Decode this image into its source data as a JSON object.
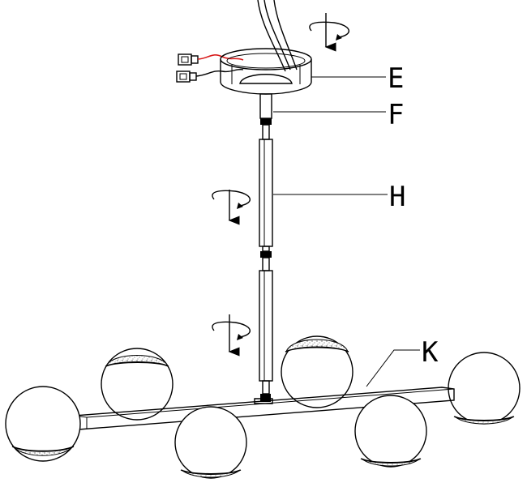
{
  "labels": {
    "canopy": "E",
    "fitting": "F",
    "rod": "H",
    "frame": "K"
  },
  "colors": {
    "line": "#000000",
    "wire_live": "#d81b1b",
    "background": "#ffffff"
  },
  "icons": {
    "rotate": "rotate-arrow-icon",
    "down": "down-arrow-icon"
  }
}
